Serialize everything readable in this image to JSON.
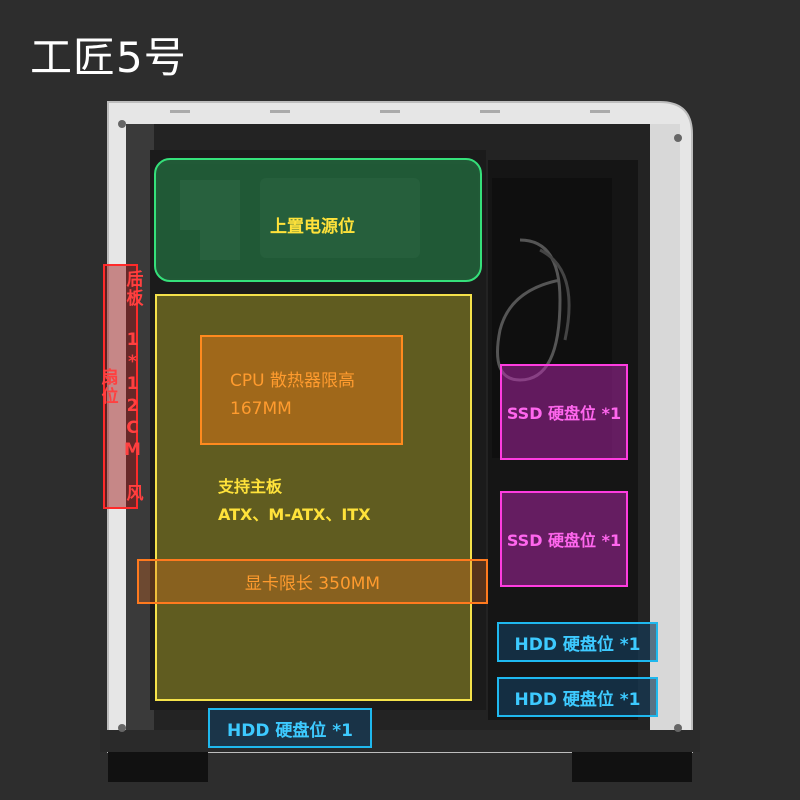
{
  "title": "工匠5号",
  "zones": {
    "psu": "上置电源位",
    "cpu_line1": "CPU 散热器限高",
    "cpu_line2": "167MM",
    "mobo_line1": "支持主板",
    "mobo_line2": "ATX、M-ATX、ITX",
    "gpu": "显卡限长 350MM",
    "rear_fan": "后板 1*12CM 风扇位",
    "ssd_1": "SSD 硬盘位 *1",
    "ssd_2": "SSD 硬盘位 *1",
    "hdd_1": "HDD 硬盘位 *1",
    "hdd_2": "HDD 硬盘位 *1",
    "hdd_3": "HDD 硬盘位 *1"
  },
  "colors": {
    "background": "#2d2d2d",
    "psu": "#35e07a",
    "motherboard": "#f5e24a",
    "cpu": "#ff8a1e",
    "gpu": "#ff7a1e",
    "fan": "#ff2a2a",
    "ssd": "#ff3ce0",
    "hdd": "#1fb8ee"
  }
}
